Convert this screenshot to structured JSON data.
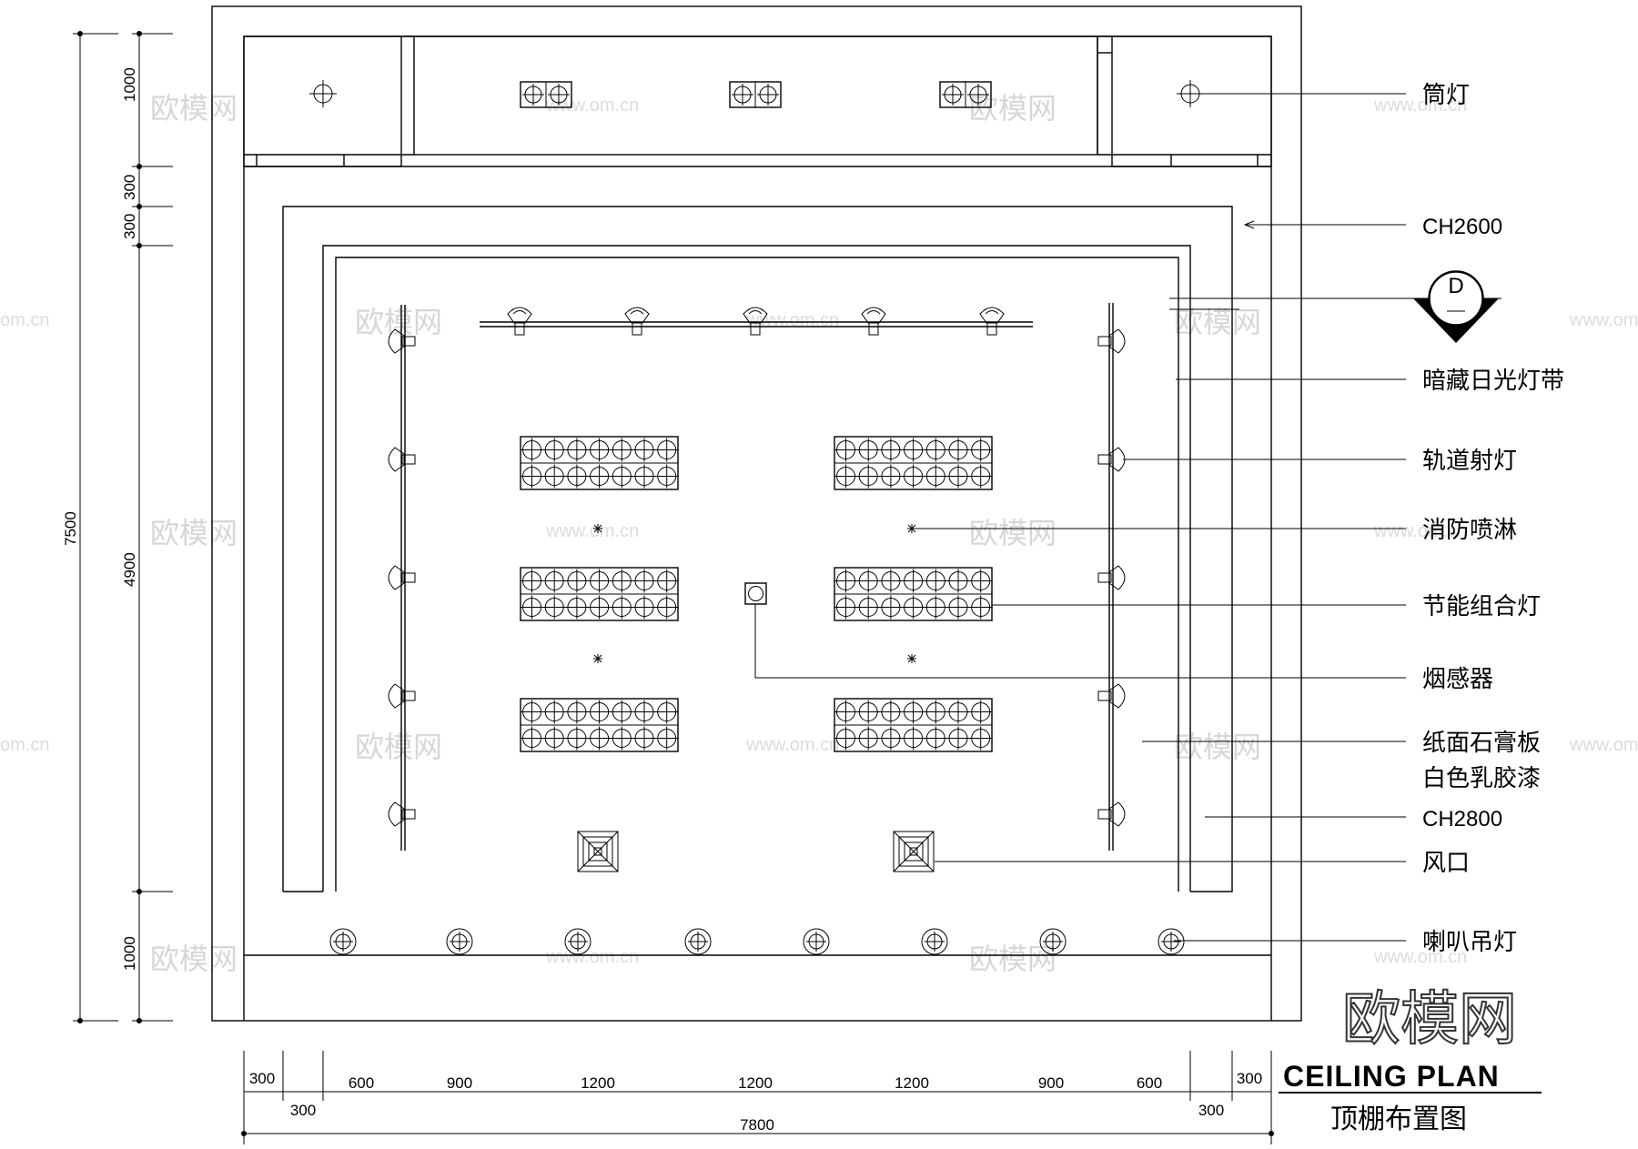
{
  "legend": {
    "downlight": "筒灯",
    "ch2600": "CH2600",
    "section_tag": "D",
    "hidden_strip": "暗藏日光灯带",
    "track_spot": "轨道射灯",
    "sprinkler": "消防喷淋",
    "grille_light": "节能组合灯",
    "smoke": "烟感器",
    "gypsum_line1": "纸面石膏板",
    "gypsum_line2": "白色乳胶漆",
    "ch2800": "CH2800",
    "vent": "风口",
    "pendant": "喇叭吊灯"
  },
  "dims_left": {
    "d1000_top": "1000",
    "d300_a": "300",
    "d300_b": "300",
    "d4900": "4900",
    "d1000_bottom": "1000",
    "d7500": "7500"
  },
  "dims_bottom": {
    "s0": "300",
    "s1": "600",
    "s2": "900",
    "s3": "1200",
    "s4": "1200",
    "s5": "1200",
    "s6": "900",
    "s7": "600",
    "s8": "300",
    "r300_left": "300",
    "r300_right": "300",
    "total": "7800"
  },
  "title": {
    "en": "CEILING PLAN",
    "cn": "顶棚布置图"
  },
  "watermark": {
    "brand": "欧模网",
    "url": "www.om.cn",
    "url_short": "om.cn"
  }
}
